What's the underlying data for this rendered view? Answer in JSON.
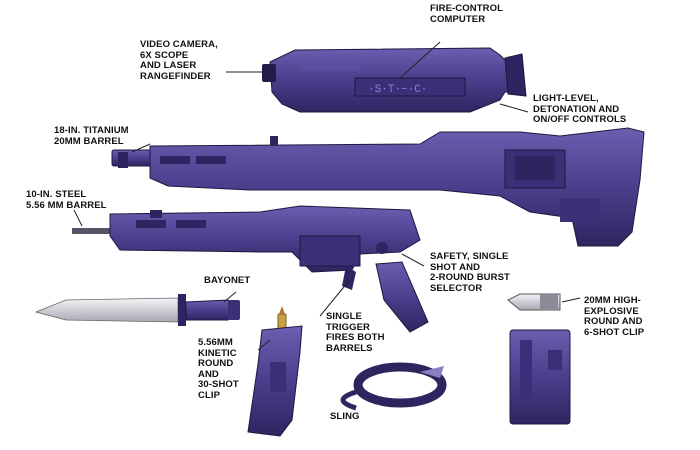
{
  "labels": {
    "fire_control": "FIRE-CONTROL\nCOMPUTER",
    "video_camera": "VIDEO CAMERA,\n6X SCOPE\nAND LASER\nRANGEFINDER",
    "light_level": "LIGHT-LEVEL,\nDETONATION AND\nON/OFF CONTROLS",
    "titanium_barrel": "18-IN. TITANIUM\n20MM BARREL",
    "steel_barrel": "10-IN. STEEL\n5.56 MM BARREL",
    "safety_selector": "SAFETY, SINGLE\nSHOT AND\n2-ROUND BURST\nSELECTOR",
    "bayonet": "BAYONET",
    "he_round": "20MM HIGH-\nEXPLOSIVE\nROUND AND\n6-SHOT CLIP",
    "single_trigger": "SINGLE\nTRIGGER\nFIRES BOTH\nBARRELS",
    "kinetic_round": "5.56MM\nKINETIC\nROUND\nAND\n30-SHOT\nCLIP",
    "sling": "SLING"
  },
  "colors": {
    "body": "#4a3f8c",
    "body_dark": "#2e2560",
    "body_light": "#6a5fb0",
    "blade": "#d8d8e0",
    "line": "#222222"
  }
}
